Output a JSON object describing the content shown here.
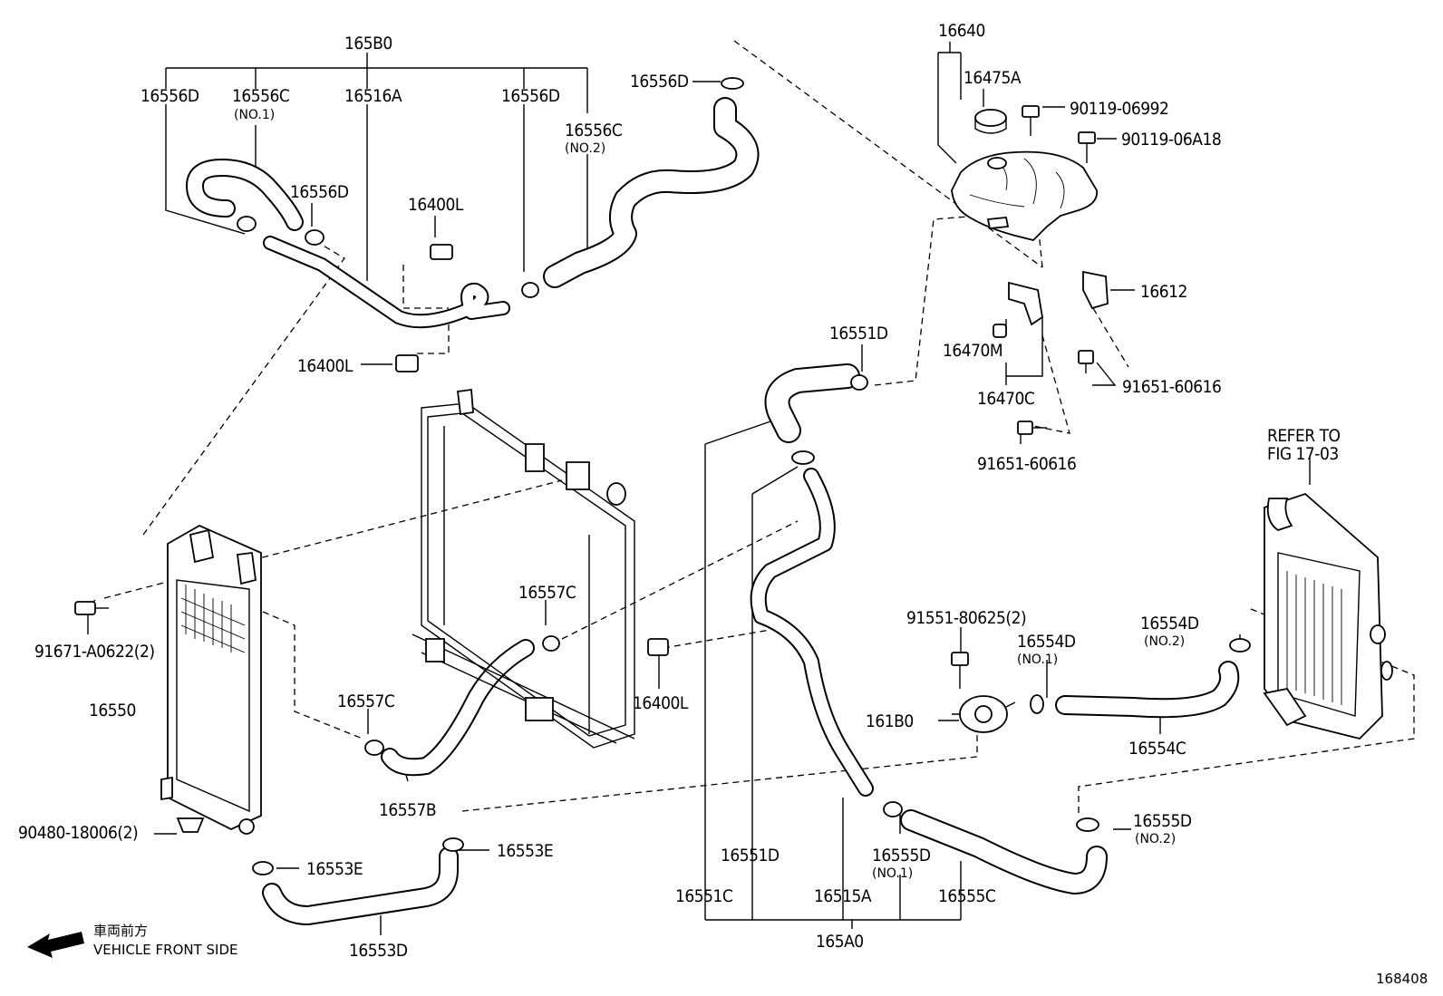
{
  "labels": {
    "l165B0": "165B0",
    "l16556D_a": "16556D",
    "l16556C_a": "16556C",
    "l16556C_a_sub": "(NO.1)",
    "l16516A": "16516A",
    "l16556D_b": "16556D",
    "l16556D_c": "16556D",
    "l16556C_b": "16556C",
    "l16556C_b_sub": "(NO.2)",
    "l16556D_d": "16556D",
    "l16400L_a": "16400L",
    "l16400L_b": "16400L",
    "l16640": "16640",
    "l16475A": "16475A",
    "l90119_06992": "90119-06992",
    "l90119_06A18": "90119-06A18",
    "l16612": "16612",
    "l16551D_a": "16551D",
    "l16470M": "16470M",
    "l16470C": "16470C",
    "l91651_60616_a": "91651-60616",
    "l91651_60616_b": "91651-60616",
    "l_refer1": "REFER TO",
    "l_refer2": "FIG 17-03",
    "l91671": "91671-A0622(2)",
    "l16550": "16550",
    "l16557C_a": "16557C",
    "l16557C_b": "16557C",
    "l16557B": "16557B",
    "l16400L_c": "16400L",
    "l91551": "91551-80625(2)",
    "l16554D_a": "16554D",
    "l16554D_a_sub": "(NO.1)",
    "l16554D_b": "16554D",
    "l16554D_b_sub": "(NO.2)",
    "l161B0": "161B0",
    "l16554C": "16554C",
    "l90480": "90480-18006(2)",
    "l16553E_a": "16553E",
    "l16553E_b": "16553E",
    "l16553D": "16553D",
    "l16551D_b": "16551D",
    "l16555D_a": "16555D",
    "l16555D_a_sub": "(NO.1)",
    "l16555D_b": "16555D",
    "l16555D_b_sub": "(NO.2)",
    "l16551C": "16551C",
    "l16515A": "16515A",
    "l16555C": "16555C",
    "l165A0": "165A0",
    "front_jp": "車両前方",
    "front_en": "VEHICLE FRONT SIDE",
    "figure_no": "168408"
  }
}
